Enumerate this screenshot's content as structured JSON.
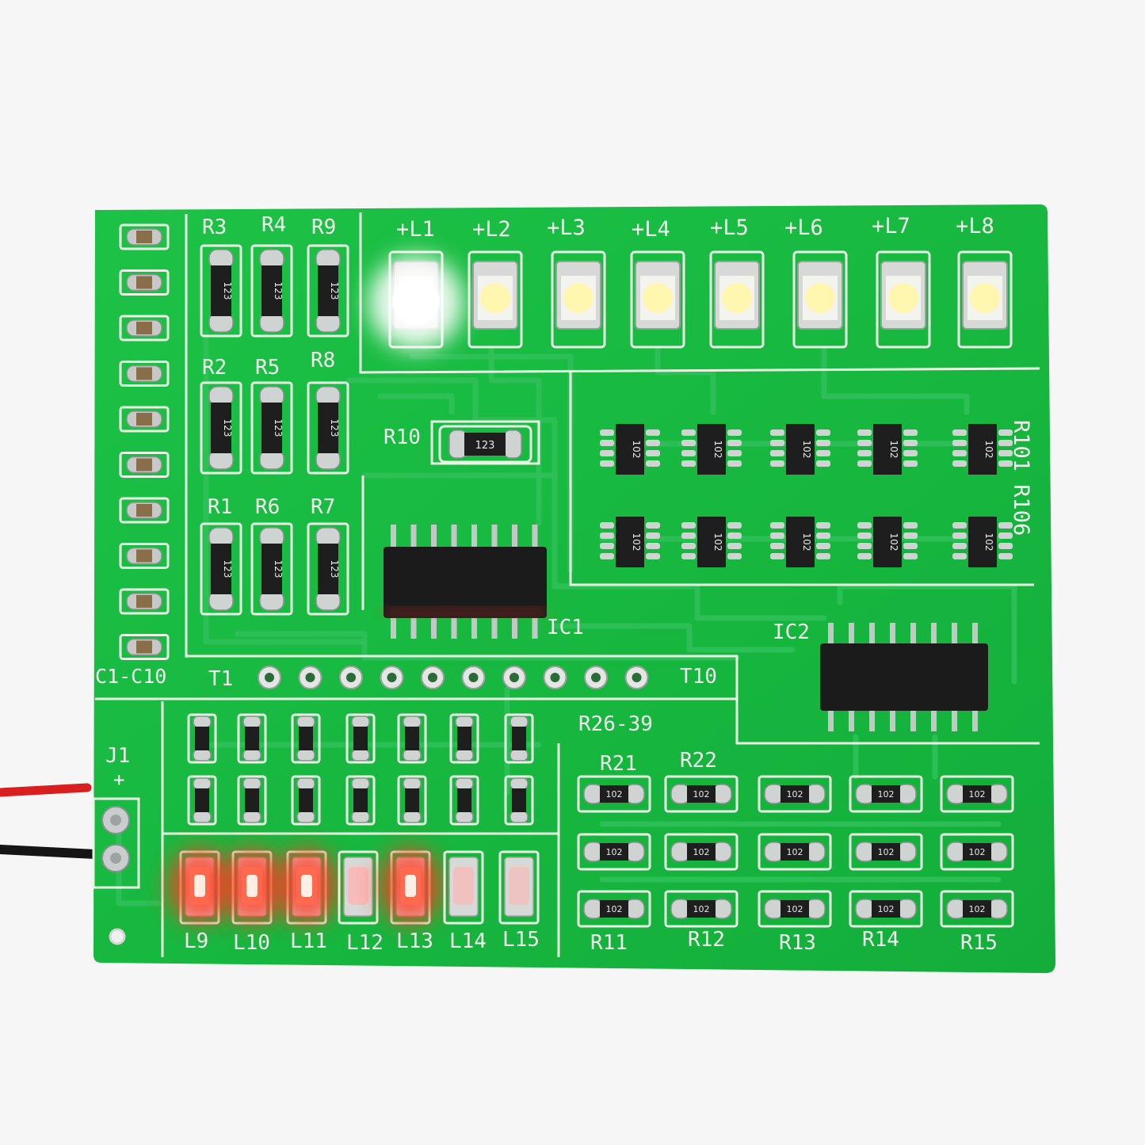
{
  "board": {
    "colors": {
      "background": "#f6f6f6",
      "pcb": "#17b63f",
      "pcb_dark": "#119a33",
      "silkscreen": "#f2f7ee",
      "white_led": "#fff6b0",
      "white_led_on": "#ffffff",
      "red_led_on": "#ff3a22",
      "red_led_dim": "#ffb3b3",
      "wire_red": "#d81e1e",
      "wire_black": "#151515"
    },
    "labels": {
      "top_resistors": [
        "R3",
        "R4",
        "R9",
        "R2",
        "R5",
        "R8",
        "R1",
        "R6",
        "R7"
      ],
      "r10": "R10",
      "white_leds": [
        "+L1",
        "+L2",
        "+L3",
        "+L4",
        "+L5",
        "+L6",
        "+L7",
        "+L8"
      ],
      "side_right": "R101  R106",
      "ic1": "IC1",
      "ic2": "IC2",
      "cap_group": "C1-C10",
      "t_start": "T1",
      "t_end": "T10",
      "connector": "J1",
      "connector_plus": "+",
      "r26_group": "R26-39",
      "r21": "R21",
      "r22": "R22",
      "bottom_r": [
        "R11",
        "R12",
        "R13",
        "R14",
        "R15"
      ],
      "red_leds": [
        "L9",
        "L10",
        "L11",
        "L12",
        "L13",
        "L14",
        "L15"
      ],
      "code_123": "123",
      "code_102": "102"
    }
  }
}
